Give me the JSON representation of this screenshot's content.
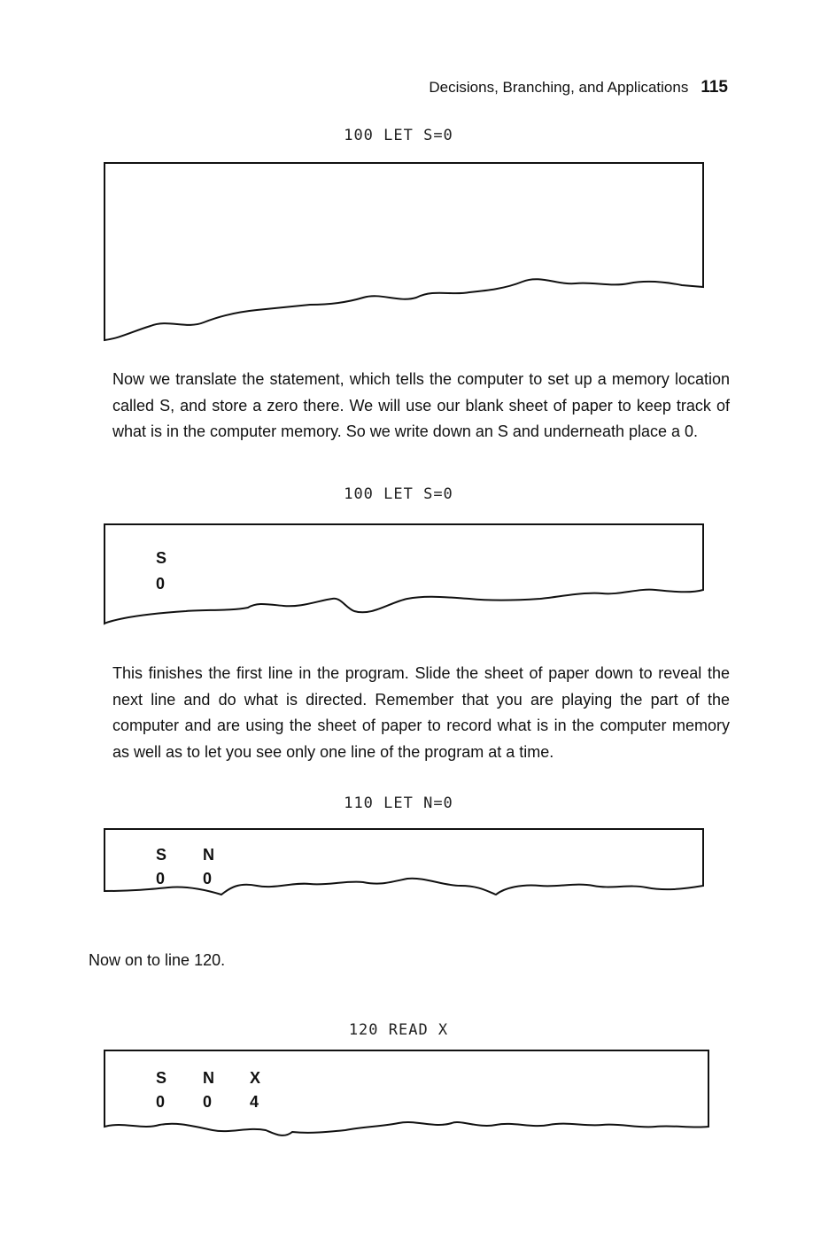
{
  "header": {
    "running_title": "Decisions, Branching, and Applications",
    "page_number": "115"
  },
  "steps": [
    {
      "code": "100 LET S=0",
      "memory": []
    },
    {
      "code": "100 LET S=0",
      "memory": [
        {
          "var": "S",
          "value": "0"
        }
      ]
    },
    {
      "code": "110 LET N=0",
      "memory": [
        {
          "var": "S",
          "value": "0"
        },
        {
          "var": "N",
          "value": "0"
        }
      ]
    },
    {
      "code": "120 READ X",
      "memory": [
        {
          "var": "S",
          "value": "0"
        },
        {
          "var": "N",
          "value": "0"
        },
        {
          "var": "X",
          "value": "4"
        }
      ]
    }
  ],
  "paragraphs": [
    "Now we translate the statement, which tells the computer to set up a memory location called S, and store a zero there. We will use our blank sheet of paper to keep track of what is in the computer memory. So we write down an S and underneath place a 0.",
    "This finishes the first line in the program. Slide the sheet of paper down to reveal the next line and do what is directed. Remember that you are playing the part of the computer and are using the sheet of paper to record what is in the computer memory as well as to let you see only one line of the program at a time.",
    "Now on to line 120."
  ]
}
